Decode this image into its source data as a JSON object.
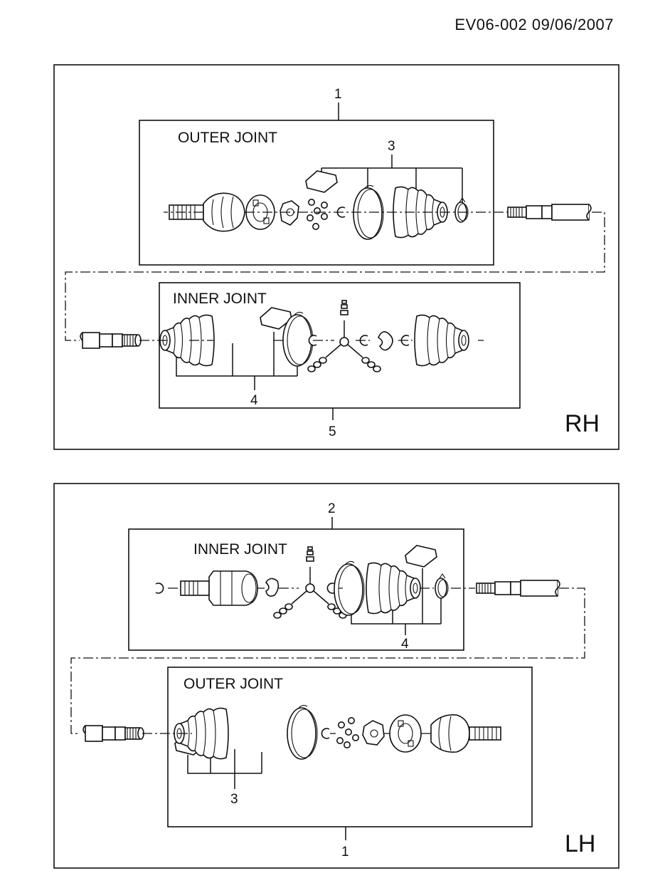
{
  "header": {
    "doc_id": "EV06-002  09/06/2007"
  },
  "panels": [
    {
      "side_label": "RH",
      "boxes": [
        {
          "title": "OUTER JOINT"
        },
        {
          "title": "INNER JOINT"
        }
      ],
      "callouts": [
        "1",
        "3",
        "4",
        "5"
      ]
    },
    {
      "side_label": "LH",
      "boxes": [
        {
          "title": "INNER JOINT"
        },
        {
          "title": "OUTER JOINT"
        }
      ],
      "callouts": [
        "2",
        "4",
        "3",
        "1"
      ]
    }
  ]
}
